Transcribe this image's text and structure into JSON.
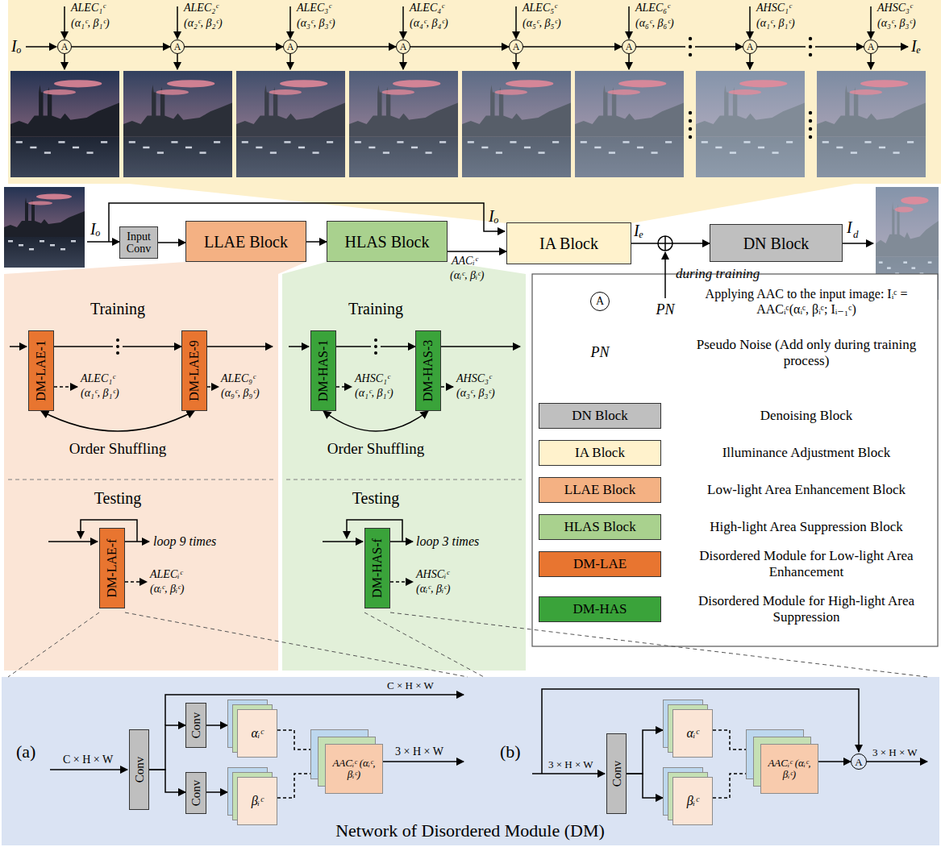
{
  "diagram": {
    "nodes": [
      {
        "text": [
          "A"
        ]
      },
      {
        "text": [
          "A"
        ]
      },
      {
        "text": [
          "A"
        ]
      },
      {
        "text": [
          "A"
        ]
      },
      {
        "text": [
          "A"
        ]
      },
      {
        "text": [
          "A"
        ]
      },
      {
        "text": [
          "A"
        ]
      },
      {
        "text": [
          "A"
        ]
      },
      {
        "text": [
          "Input Conv"
        ]
      },
      {
        "text": [
          "LLAE Block"
        ]
      },
      {
        "text": [
          "HLAS Block"
        ]
      },
      {
        "text": [
          "IA Block"
        ]
      },
      {
        "text": [
          "DN Block"
        ]
      },
      {
        "text": [
          "Training",
          "Order Shuffling",
          "Testing"
        ]
      },
      {
        "text": [
          "DM-LAE-1"
        ],
        "in": 13
      },
      {
        "text": [
          "DM-LAE-9"
        ],
        "in": 13
      },
      {
        "text": [
          "DM-LAE-f"
        ],
        "in": 13
      },
      {
        "text": [
          "Training",
          "Order Shuffling",
          "Testing"
        ]
      },
      {
        "text": [
          "DM-HAS-1"
        ],
        "in": 17
      },
      {
        "text": [
          "DM-HAS-3"
        ],
        "in": 17
      },
      {
        "text": [
          "DM-HAS-f"
        ],
        "in": 17
      },
      {
        "text": [
          "Network of Disordered Module (DM)"
        ]
      },
      {
        "text": [
          "Conv"
        ],
        "in": 21
      },
      {
        "text": [
          "Conv"
        ],
        "in": 21
      },
      {
        "text": [
          "Conv"
        ],
        "in": 21
      },
      {
        "text": [
          "αᵢᶜ"
        ],
        "in": 21
      },
      {
        "text": [
          "βᵢᶜ"
        ],
        "in": 21
      },
      {
        "text": [
          "AACᵢᶜ (αᵢᶜ, βᵢᶜ)"
        ],
        "in": 21
      },
      {
        "text": [
          "Conv"
        ],
        "in": 21
      },
      {
        "text": [
          "αᵢᶜ"
        ],
        "in": 21
      },
      {
        "text": [
          "βᵢᶜ"
        ],
        "in": 21
      },
      {
        "text": [
          "AACᵢᶜ (αᵢᶜ, βᵢᶜ)"
        ],
        "in": 21
      },
      {
        "text": [
          "A"
        ],
        "in": 21
      }
    ],
    "edges": [
      {
        "from": 0,
        "to": 1,
        "arrow": "to"
      },
      {
        "from": 1,
        "to": 2,
        "arrow": "to"
      },
      {
        "from": 2,
        "to": 3,
        "arrow": "to"
      },
      {
        "from": 3,
        "to": 4,
        "arrow": "to"
      },
      {
        "from": 4,
        "to": 5,
        "arrow": "to"
      },
      {
        "from": 5,
        "to": 6,
        "arrow": "to"
      },
      {
        "from": 6,
        "to": 7,
        "arrow": "to"
      },
      {
        "from": 8,
        "to": 9,
        "arrow": "to"
      },
      {
        "from": 9,
        "to": 10,
        "arrow": "to"
      },
      {
        "from": 10,
        "to": 11,
        "arrow": "to"
      },
      {
        "from": 11,
        "to": 12,
        "arrow": "to"
      },
      {
        "from": 14,
        "to": 15,
        "arrow": "to"
      },
      {
        "from": 14,
        "to": 15,
        "arrow": "both"
      },
      {
        "from": 18,
        "to": 19,
        "arrow": "to"
      },
      {
        "from": 18,
        "to": 19,
        "arrow": "both"
      },
      {
        "from": 22,
        "to": 23,
        "arrow": "to"
      },
      {
        "from": 22,
        "to": 24,
        "arrow": "to"
      },
      {
        "from": 23,
        "to": 25,
        "arrow": "to"
      },
      {
        "from": 24,
        "to": 26,
        "arrow": "to"
      },
      {
        "from": 25,
        "to": 27,
        "arrow": "none"
      },
      {
        "from": 26,
        "to": 27,
        "arrow": "none"
      },
      {
        "from": 28,
        "to": 29,
        "arrow": "to"
      },
      {
        "from": 28,
        "to": 30,
        "arrow": "to"
      },
      {
        "from": 29,
        "to": 31,
        "arrow": "none"
      },
      {
        "from": 30,
        "to": 31,
        "arrow": "none"
      },
      {
        "from": 31,
        "to": 32,
        "arrow": "to"
      }
    ],
    "labels": [
      "Iₒ",
      "ALEC₁ᶜ",
      "(α₁ᶜ, β₁ᶜ)",
      "ALEC₂ᶜ",
      "(α₂ᶜ, β₂ᶜ)",
      "ALEC₃ᶜ",
      "(α₃ᶜ, β₃ᶜ)",
      "ALEC₄ᶜ",
      "(α₄ᶜ, β₄ᶜ)",
      "ALEC₅ᶜ",
      "(α₅ᶜ, β₅ᶜ)",
      "ALEC₆ᶜ",
      "(α₆ᶜ, β₆ᶜ)",
      "AHSC₁ᶜ",
      "(α₁ᶜ, β₁ᶜ)",
      "AHSC₃ᶜ",
      "(α₃ᶜ, β₃ᶜ)",
      "Iₑ",
      "Iₒ",
      "Iₒ",
      "AACᵢᶜ",
      "(αᵢᶜ, βᵢᶜ)",
      "Iₑ",
      "during training",
      "PN",
      "I",
      "d",
      "ALEC₁ᶜ",
      "(α₁ᶜ, β₁ᶜ)",
      "ALEC₉ᶜ",
      "(α₉ᶜ, β₉ᶜ)",
      "loop 9 times",
      "ALECᵢᶜ",
      "(αᵢᶜ, βᵢᶜ)",
      "AHSC₁ᶜ",
      "(α₁ᶜ, β₁ᶜ)",
      "AHSC₃ᶜ",
      "(α₃ᶜ, β₃ᶜ)",
      "loop 3 times",
      "AHSCᵢᶜ",
      "(αᵢᶜ, βᵢᶜ)",
      "A",
      "PN",
      "DN Block",
      "IA Block",
      "LLAE Block",
      "HLAS Block",
      "DM-LAE",
      "DM-HAS",
      "(a)",
      "C × H × W",
      "C × H × W",
      "3 × H × W",
      "(b)",
      "3 × H × W",
      "3 × H × W"
    ],
    "legend": [
      {
        "text": "Applying AAC to the input image: Iᵢᶜ = AACᵢᶜ(αᵢᶜ, βᵢᶜ; Iᵢ₋₁ᶜ)"
      },
      {
        "text": "Pseudo Noise (Add only during training process)"
      },
      {
        "text": "Denoising Block",
        "color": "#bfbfbf"
      },
      {
        "text": "Illuminance Adjustment Block",
        "color": "#fff2cc"
      },
      {
        "text": "Low-light Area Enhancement Block",
        "color": "#f4b183"
      },
      {
        "text": "High-light Area Suppression Block",
        "color": "#a9d18e"
      },
      {
        "text": "Disordered Module for Low-light Area Enhancement",
        "color": "#e87530"
      },
      {
        "text": "Disordered Module for High-light Area Suppression",
        "color": "#3aa33a"
      }
    ]
  }
}
